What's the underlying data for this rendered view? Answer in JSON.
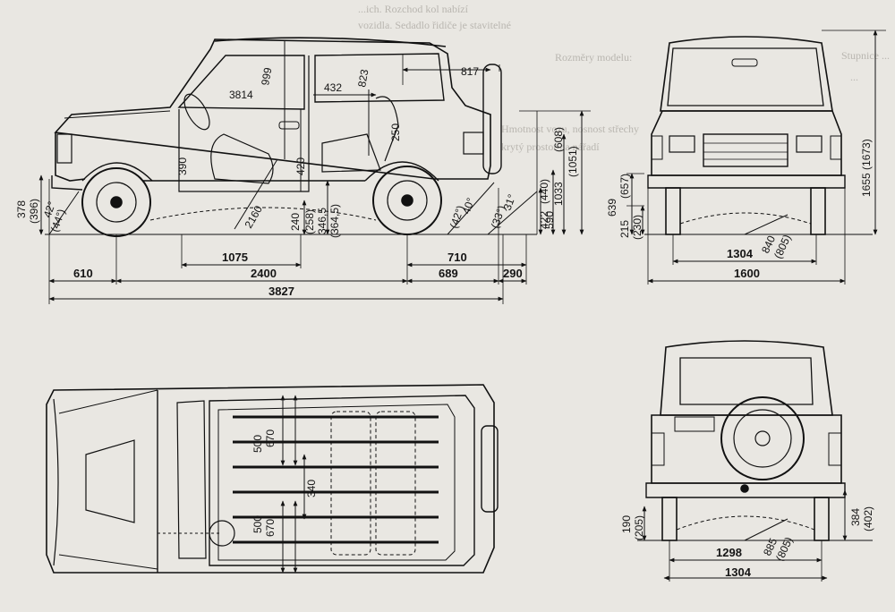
{
  "background_text": [
    "...ich. Rozchod kol nabízí",
    "vozidla. Sedadlo řidiče je stavitelné",
    "Rozměry modelu:",
    "Hmotnost vozu, nosnost střechy",
    "krytý prostor na nářadí",
    "Stupnice ...",
    "..."
  ],
  "side_view": {
    "dims": {
      "d3814": "3814",
      "d999": "999",
      "d432": "432",
      "d823": "823",
      "d817": "817",
      "d250": "250",
      "d390": "390",
      "d420": "420",
      "d2160": "2160",
      "d240": "240",
      "d258": "(258)",
      "d3465": "346,5",
      "d3645": "(364,5)",
      "d378": "378",
      "d396": "(396)",
      "a42": "42°",
      "a44": "(44°)",
      "a40": "40°",
      "a42b": "(42°)",
      "a31": "31°",
      "a33": "(33°)",
      "d1051": "(1051)",
      "d1033": "1033",
      "d608": "(608)",
      "d590": "590",
      "d440": "(440)",
      "d422": "422",
      "d1075": "1075",
      "d2400": "2400",
      "d610": "610",
      "d710": "710",
      "d689": "689",
      "d290": "290",
      "d3827": "3827"
    }
  },
  "front_view": {
    "dims": {
      "d1655": "1655 (1673)",
      "d639": "639",
      "d657": "(657)",
      "d215": "215",
      "d230": "(230)",
      "d840": "840",
      "d805": "(805)",
      "d1304": "1304",
      "d1600": "1600"
    }
  },
  "top_view": {
    "dims": {
      "d500a": "500",
      "d670a": "670",
      "d340": "340",
      "d500b": "500",
      "d670b": "670"
    }
  },
  "rear_view": {
    "dims": {
      "d190": "190",
      "d205": "(205)",
      "d384": "384",
      "d402": "(402)",
      "d885": "885",
      "d805": "(805)",
      "d1298": "1298",
      "d1304": "1304"
    }
  }
}
